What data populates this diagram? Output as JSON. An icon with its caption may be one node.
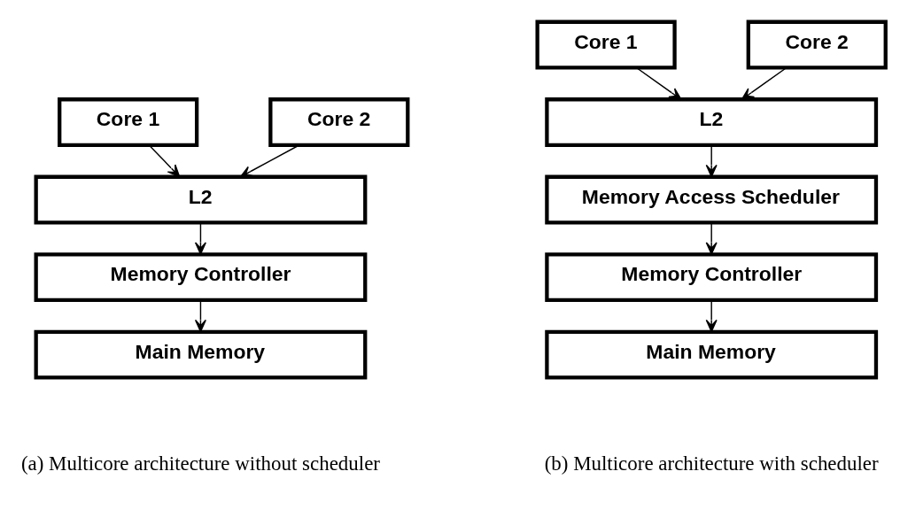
{
  "diagram": {
    "nodes": [
      {
        "text": [
          "Core 1"
        ]
      },
      {
        "text": [
          "Core 2"
        ]
      },
      {
        "text": [
          "L2"
        ]
      },
      {
        "text": [
          "Memory Controller"
        ]
      },
      {
        "text": [
          "Main Memory"
        ]
      },
      {
        "text": [
          "Core 1"
        ]
      },
      {
        "text": [
          "Core 2"
        ]
      },
      {
        "text": [
          "L2"
        ]
      },
      {
        "text": [
          "Memory Access Scheduler"
        ]
      },
      {
        "text": [
          "Memory Controller"
        ]
      },
      {
        "text": [
          "Main Memory"
        ]
      }
    ],
    "edges": [
      {
        "from": 0,
        "to": 2,
        "arrow": "to"
      },
      {
        "from": 1,
        "to": 2,
        "arrow": "to"
      },
      {
        "from": 2,
        "to": 3,
        "arrow": "to"
      },
      {
        "from": 3,
        "to": 4,
        "arrow": "to"
      },
      {
        "from": 5,
        "to": 7,
        "arrow": "to"
      },
      {
        "from": 6,
        "to": 7,
        "arrow": "to"
      },
      {
        "from": 7,
        "to": 8,
        "arrow": "to"
      },
      {
        "from": 8,
        "to": 9,
        "arrow": "to"
      },
      {
        "from": 9,
        "to": 10,
        "arrow": "to"
      }
    ],
    "labels": [
      "(a) Multicore architecture without scheduler",
      "(b) Multicore architecture with scheduler"
    ]
  }
}
